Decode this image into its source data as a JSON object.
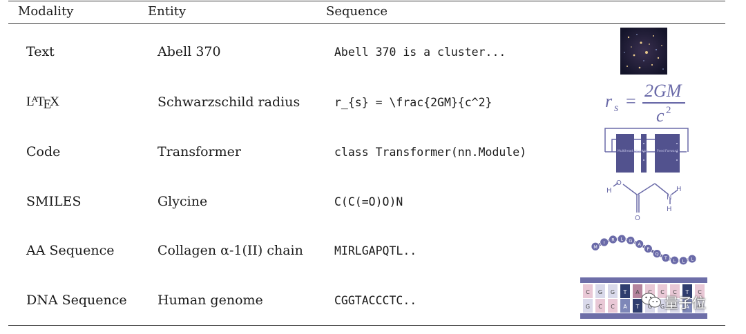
{
  "table": {
    "headers": {
      "modality": "Modality",
      "entity": "Entity",
      "sequence": "Sequence"
    },
    "rows": [
      {
        "modality": "Text",
        "entity": "Abell 370",
        "sequence": "Abell 370 is a cluster..."
      },
      {
        "modality": "LaTeX",
        "entity": "Schwarzschild radius",
        "sequence": "r_{s} = \\frac{2GM}{c^2}"
      },
      {
        "modality": "Code",
        "entity": "Transformer",
        "sequence": "class Transformer(nn.Module)"
      },
      {
        "modality": "SMILES",
        "entity": "Glycine",
        "sequence": "C(C(=O)O)N"
      },
      {
        "modality": "AA Sequence",
        "entity": "Collagen α-1(II) chain",
        "sequence": "MIRLGAPQTL.."
      },
      {
        "modality": "DNA Sequence",
        "entity": "Human genome",
        "sequence": "CGGTACCCTC.."
      }
    ]
  },
  "illustrations": {
    "text_image": "galaxy-cluster-photo",
    "latex_formula": {
      "lhs": "r",
      "sub": "s",
      "num": "2GM",
      "den": "c",
      "exp": "2"
    },
    "code_diagram": {
      "block1": "Multihead Attention",
      "block2": "Feed Forward",
      "small": "Add & Norm"
    },
    "molecule_atoms": {
      "o1": "O",
      "h1": "H",
      "o2": "O",
      "n": "N",
      "h2": "H",
      "h3": "H"
    },
    "aa_letters": [
      "M",
      "I",
      "R",
      "L",
      "G",
      "A",
      "P",
      "Q",
      "T",
      "L",
      "L",
      "L"
    ],
    "dna_top": [
      "C",
      "G",
      "G",
      "T",
      "A",
      "C",
      "C",
      "C",
      "T",
      "C"
    ],
    "dna_bottom": [
      "G",
      "C",
      "C",
      "A",
      "T",
      "G",
      "G",
      "G",
      "A",
      "G"
    ]
  },
  "watermark": "量子位",
  "colors": {
    "purple": "#6a6aa8",
    "pink": "#b5849d",
    "blue_dark": "#2f3d6e",
    "dna_band": "#6d6ea8"
  }
}
